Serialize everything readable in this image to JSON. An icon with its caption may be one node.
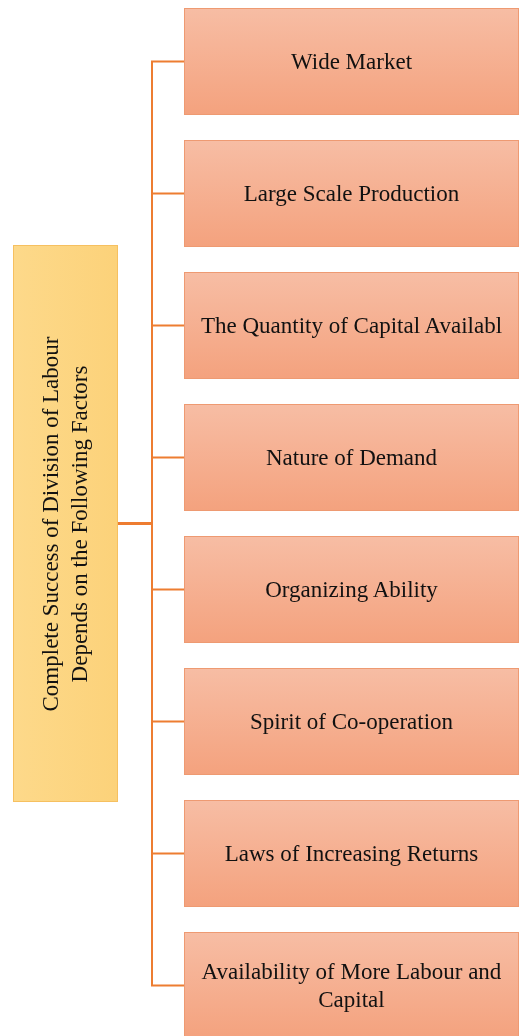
{
  "diagram": {
    "nodes": [
      {
        "text": [
          "Complete Success of Division of Labour Depends on the Following Factors"
        ]
      },
      {
        "text": [
          "Wide Market"
        ]
      },
      {
        "text": [
          "Large Scale Production"
        ]
      },
      {
        "text": [
          "The Quantity of Capital Availabl"
        ]
      },
      {
        "text": [
          "Nature of Demand"
        ]
      },
      {
        "text": [
          "Organizing Ability"
        ]
      },
      {
        "text": [
          "Spirit of Co-operation"
        ]
      },
      {
        "text": [
          "Laws of Increasing Returns"
        ]
      },
      {
        "text": [
          "Availability of More Labour and Capital"
        ]
      }
    ],
    "edges": [
      {
        "from": 0,
        "to": 1,
        "arrow": "none"
      },
      {
        "from": 0,
        "to": 2,
        "arrow": "none"
      },
      {
        "from": 0,
        "to": 3,
        "arrow": "none"
      },
      {
        "from": 0,
        "to": 4,
        "arrow": "none"
      },
      {
        "from": 0,
        "to": 5,
        "arrow": "none"
      },
      {
        "from": 0,
        "to": 6,
        "arrow": "none"
      },
      {
        "from": 0,
        "to": 7,
        "arrow": "none"
      },
      {
        "from": 0,
        "to": 8,
        "arrow": "none"
      }
    ]
  }
}
